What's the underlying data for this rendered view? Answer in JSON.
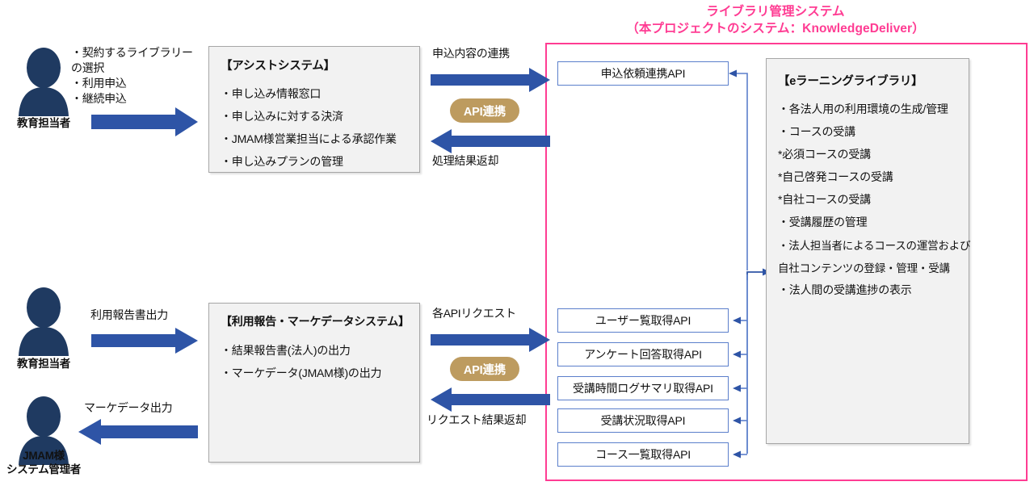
{
  "diagram": {
    "system_frame": {
      "title_line1": "ライブラリ管理システム",
      "title_line2": "（本プロジェクトのシステム：KnowledgeDeliver）",
      "border_color": "#FF3C93"
    },
    "actors": [
      {
        "id": "kyoiku-top",
        "icon": "person-icon",
        "label": "教育担当者"
      },
      {
        "id": "kyoiku-bottom",
        "icon": "person-icon",
        "label": "教育担当者"
      },
      {
        "id": "jmam-admin",
        "icon": "person-icon",
        "label": "JMAM様\nシステム管理者"
      }
    ],
    "actor_flow_labels": {
      "top": "・契約するライブラリー\n  の選択\n・利用申込\n・継続申込",
      "middle": "利用報告書出力",
      "bottom": "マーケデータ出力"
    },
    "systems": [
      {
        "id": "assist-system",
        "title": "【アシストシステム】",
        "items": [
          "・申し込み情報窓口",
          "・申し込みに対する決済",
          "・JMAM様営業担当による承認作業",
          "・申し込みプランの管理"
        ]
      },
      {
        "id": "report-marketdata-system",
        "title": "【利用報告・マーケデータシステム】",
        "items": [
          "・結果報告書(法人)の出力",
          "・マーケデータ(JMAM様)の出力"
        ]
      },
      {
        "id": "elearning-library",
        "title": "【eラーニングライブラリ】",
        "items": [
          "・各法人用の利用環境の生成/管理",
          "・コースの受講",
          "  *必須コースの受講",
          "  *自己啓発コースの受講",
          "  *自社コースの受講",
          "・受講履歴の管理",
          "・法人担当者によるコースの運営および",
          "   自社コンテンツの登録・管理・受講",
          "・法人間の受講進捗の表示"
        ]
      }
    ],
    "integration_top": {
      "forward_label": "申込内容の連携",
      "pill_label": "API連携",
      "return_label": "処理結果返却"
    },
    "integration_bottom": {
      "forward_label": "各APIリクエスト",
      "pill_label": "API連携",
      "return_label": "リクエスト結果返却"
    },
    "api_boxes": [
      {
        "id": "api-moushikomi",
        "label": "申込依頼連携API"
      },
      {
        "id": "api-user-list",
        "label": "ユーザー覧取得API"
      },
      {
        "id": "api-enquete",
        "label": "アンケート回答取得API"
      },
      {
        "id": "api-log-summary",
        "label": "受講時間ログサマリ取得API"
      },
      {
        "id": "api-status",
        "label": "受講状況取得API"
      },
      {
        "id": "api-course-list",
        "label": "コース一覧取得API"
      }
    ],
    "colors": {
      "pink": "#FF3C93",
      "arrow_blue": "#2E54A6",
      "api_border": "#5B7FCB",
      "person_navy": "#1F3A61",
      "pill_tan": "#BD9B5F",
      "box_gray": "#F2F2F2"
    }
  }
}
